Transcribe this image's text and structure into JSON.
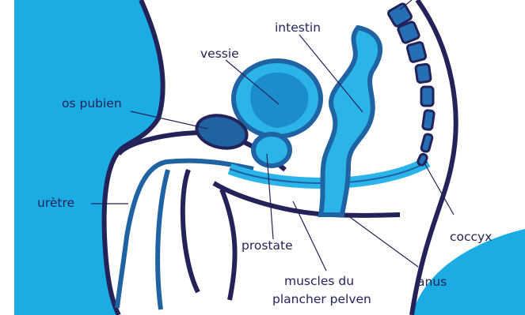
{
  "diagram": {
    "labels": {
      "intestin": "intestin",
      "vessie": "vessie",
      "os_pubien": "os pubien",
      "uretre": "urètre",
      "prostate": "prostate",
      "coccyx": "coccyx",
      "anus": "anus",
      "muscles_line1": "muscles du",
      "muscles_line2": "plancher pelven"
    },
    "colors": {
      "background": "#1aace3",
      "body": "#ffffff",
      "outline": "#23235a",
      "organ_light": "#2ab4e8",
      "organ_mid": "#1d8ccd",
      "organ_dark": "#1f63a3",
      "bone": "#256fb5",
      "leader_line": "#23235a"
    }
  }
}
